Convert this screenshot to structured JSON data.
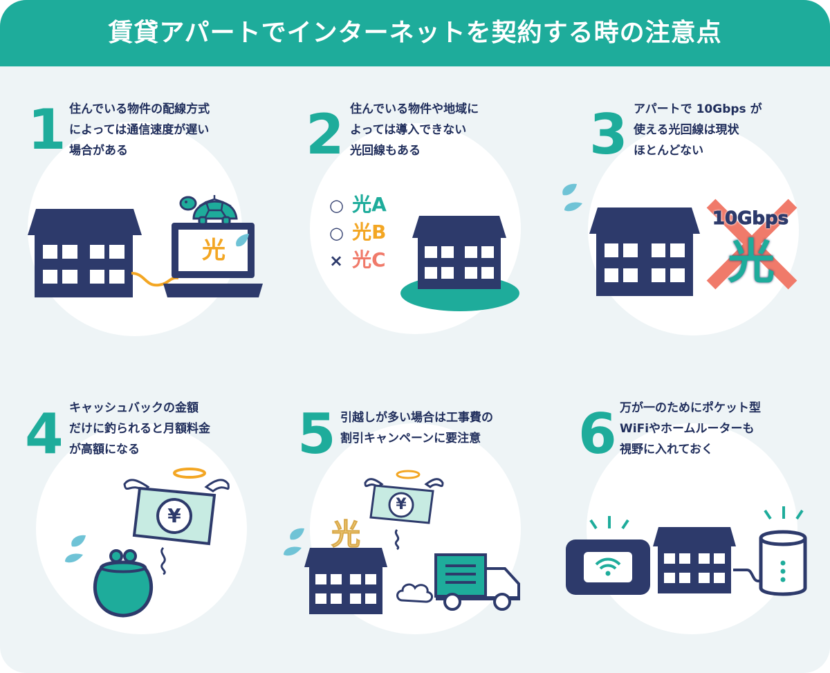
{
  "title": "賃貸アパートでインターネットを契約する時の注意点",
  "items": [
    {
      "number": "1",
      "lines": [
        "住んでいる物件の配線方式",
        "によっては通信速度が遅い",
        "場合がある"
      ],
      "icon_char": "光"
    },
    {
      "number": "2",
      "lines": [
        "住んでいる物件や地域に",
        "よっては導入できない",
        "光回線もある"
      ],
      "options": [
        {
          "mark": "○",
          "label": "光A"
        },
        {
          "mark": "○",
          "label": "光B"
        },
        {
          "mark": "×",
          "label": "光C"
        }
      ]
    },
    {
      "number": "3",
      "lines": [
        "アパートで 10Gbps が",
        "使える光回線は現状",
        "ほとんどない"
      ],
      "badge": "10Gbps",
      "icon_char": "光"
    },
    {
      "number": "4",
      "lines": [
        "キャッシュバックの金額",
        "だけに釣られると月額料金",
        "が高額になる"
      ],
      "currency_symbol": "¥"
    },
    {
      "number": "5",
      "lines": [
        "引越しが多い場合は工事費の",
        "割引キャンペーンに要注意"
      ],
      "currency_symbol": "¥",
      "icon_char": "光"
    },
    {
      "number": "6",
      "lines": [
        "万が一のためにポケット型",
        "WiFiやホームルーターも",
        "視野に入れておく"
      ]
    }
  ],
  "colors": {
    "teal": "#1eac9b",
    "navy": "#2d3a6b",
    "orange": "#f3a623",
    "red": "#f07a6a",
    "money": "#c7ebe2",
    "light_blue": "#6fc3d6",
    "bg": "#eef4f6"
  }
}
